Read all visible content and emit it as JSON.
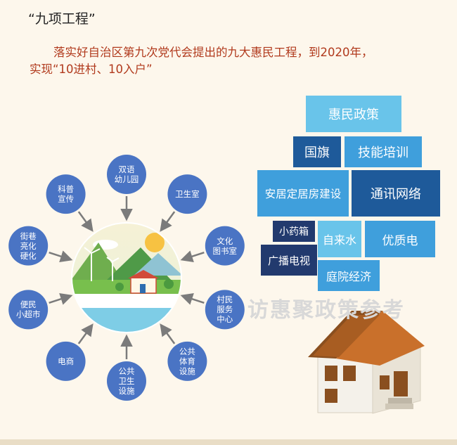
{
  "title": "“九项工程”",
  "intro": {
    "line1": "落实好自治区第九次党代会提出的九大惠民工程，到2020年，",
    "line2": "实现“10进村、10入户”"
  },
  "village_items": [
    {
      "key": "bilingual-kindergarten",
      "label": "双语幼儿园"
    },
    {
      "key": "clinic",
      "label": "卫生室"
    },
    {
      "key": "library",
      "label": "文化图书室"
    },
    {
      "key": "service-center",
      "label": "村民服务中心"
    },
    {
      "key": "sports-facility",
      "label": "公共体育设施"
    },
    {
      "key": "sanitation",
      "label": "公共卫生设施"
    },
    {
      "key": "ecommerce",
      "label": "电商"
    },
    {
      "key": "supermarket",
      "label": "便民小超市"
    },
    {
      "key": "street-hardening",
      "label": "街巷亮化硬化"
    },
    {
      "key": "science-publicity",
      "label": "科普宣传"
    }
  ],
  "household_items": [
    {
      "key": "policy",
      "label": "惠民政策"
    },
    {
      "key": "flag",
      "label": "国旗"
    },
    {
      "key": "skills",
      "label": "技能培训"
    },
    {
      "key": "housing",
      "label": "安居定居房建设"
    },
    {
      "key": "network",
      "label": "通讯网络"
    },
    {
      "key": "medicine",
      "label": "小药箱"
    },
    {
      "key": "water",
      "label": "自来水"
    },
    {
      "key": "electricity",
      "label": "优质电"
    },
    {
      "key": "broadcast",
      "label": "广播电视"
    },
    {
      "key": "courtyard",
      "label": "庭院经济"
    }
  ],
  "watermark": "访惠聚政策参考",
  "colors": {
    "node_blue": "#4a74c4",
    "arrow_gray": "#7b7b7b",
    "title_red": "#b13a1d",
    "tile_light": "#69c4ea",
    "tile_mid": "#3f9fdc",
    "tile_dark": "#1e5a9a",
    "tile_navy": "#223a6e"
  }
}
